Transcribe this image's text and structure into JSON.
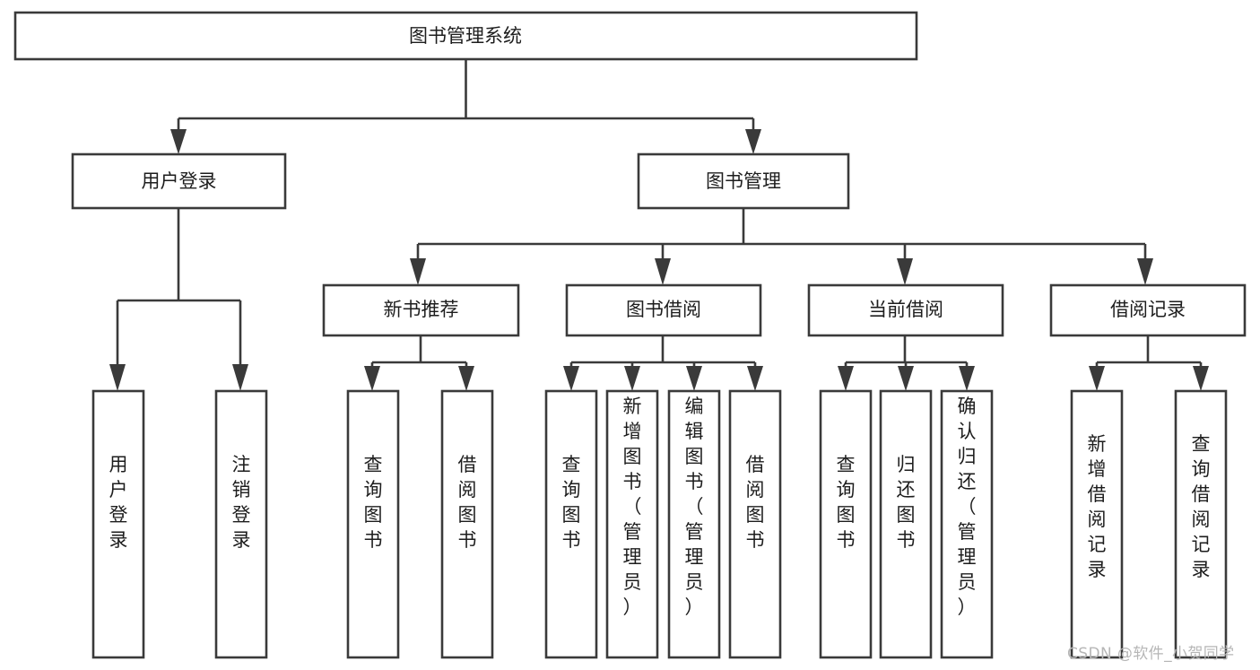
{
  "diagram": {
    "title": "图书管理系统",
    "type": "tree-hierarchy-diagram",
    "colors": {
      "stroke": "#3a3a3a",
      "box_fill": "#ffffff",
      "text": "#1d1d1d",
      "background": "#ffffff",
      "watermark": "#b6b6b6"
    },
    "root": {
      "label": "图书管理系统"
    },
    "level2": [
      {
        "label": "用户登录"
      },
      {
        "label": "图书管理"
      }
    ],
    "level3": [
      {
        "label": "新书推荐"
      },
      {
        "label": "图书借阅"
      },
      {
        "label": "当前借阅"
      },
      {
        "label": "借阅记录"
      }
    ],
    "leaves": {
      "user_login": [
        {
          "label": "用户登录"
        },
        {
          "label": "注销登录"
        }
      ],
      "new_book_recommend": [
        {
          "label": "查询图书"
        },
        {
          "label": "借阅图书"
        }
      ],
      "book_borrow": [
        {
          "label": "查询图书"
        },
        {
          "label": "新增图书（管理员）"
        },
        {
          "label": "编辑图书（管理员）"
        },
        {
          "label": "借阅图书"
        }
      ],
      "current_borrow": [
        {
          "label": "查询图书"
        },
        {
          "label": "归还图书"
        },
        {
          "label": "确认归还（管理员）"
        }
      ],
      "borrow_record": [
        {
          "label": "新增借阅记录"
        },
        {
          "label": "查询借阅记录"
        }
      ]
    }
  },
  "watermark": {
    "text": "CSDN @软件_小贺同学"
  }
}
